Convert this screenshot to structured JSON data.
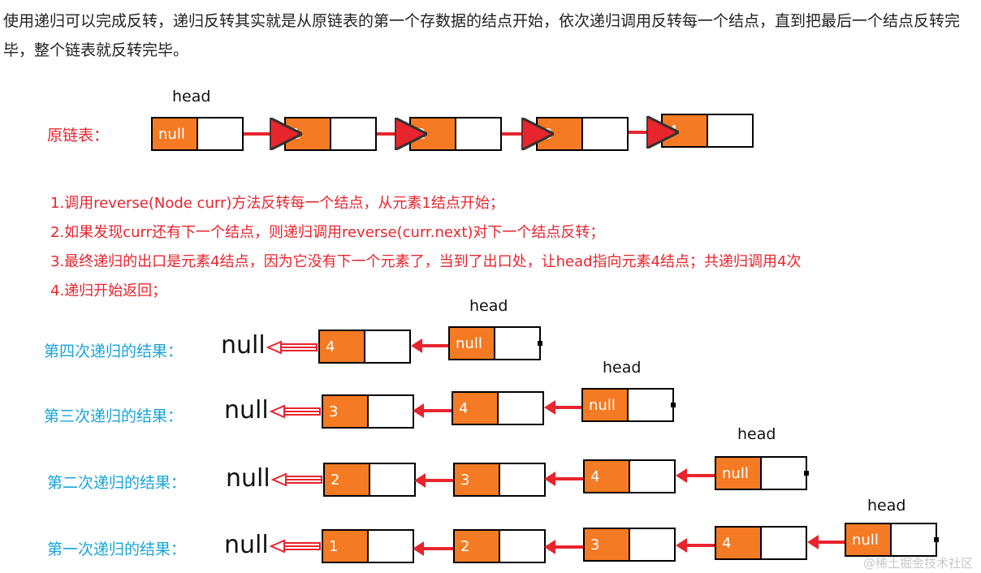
{
  "intro": "使用递归可以完成反转，递归反转其实就是从原链表的第一个存数据的结点开始，依次递归调用反转每一个结点，直到把最后一个结点反转完毕，整个链表就反转完毕。",
  "original": {
    "label": "原链表：",
    "head": "head",
    "nodes": [
      "null",
      "1",
      "2",
      "3",
      "4"
    ]
  },
  "steps": [
    "1.调用reverse(Node curr)方法反转每一个结点，从元素1结点开始；",
    "2.如果发现curr还有下一个结点，则递归调用reverse(curr.next)对下一个结点反转；",
    "3.最终递归的出口是元素4结点，因为它没有下一个元素了，当到了出口处，让head指向元素4结点；共递归调用4次",
    "4.递归开始返回；"
  ],
  "results": [
    {
      "label": "第四次递归的结果：",
      "null": "null",
      "head": "head",
      "nodes": [
        "4"
      ],
      "head_node": "null"
    },
    {
      "label": "第三次递归的结果：",
      "null": "null",
      "head": "head",
      "nodes": [
        "3",
        "4"
      ],
      "head_node": "null"
    },
    {
      "label": "第二次递归的结果：",
      "null": "null",
      "head": "head",
      "nodes": [
        "2",
        "3",
        "4"
      ],
      "head_node": "null"
    },
    {
      "label": "第一次递归的结果：",
      "null": "null",
      "head": "head",
      "nodes": [
        "1",
        "2",
        "3",
        "4"
      ],
      "head_node": "null"
    }
  ],
  "colors": {
    "node": "#f47a23",
    "label_red": "#e8242d",
    "label_blue": "#1aa4d8",
    "arrow": "#e8242d"
  },
  "watermark": "@稀土掘金技术社区"
}
